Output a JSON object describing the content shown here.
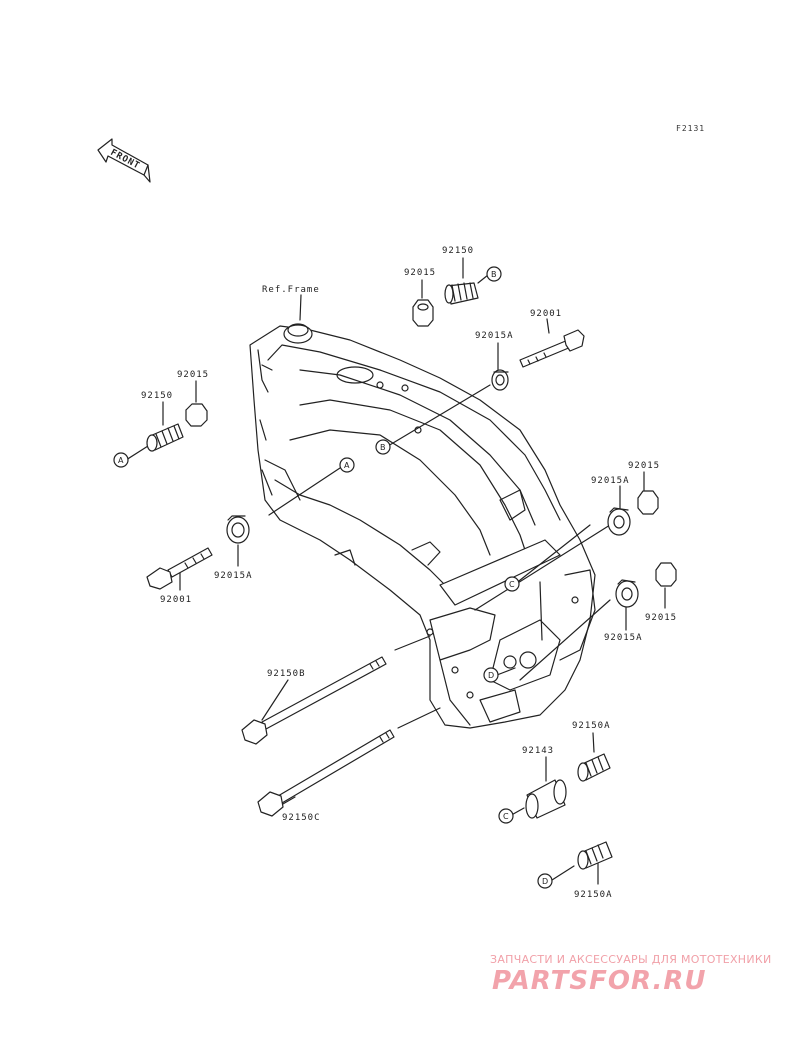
{
  "diagram_code": "F2131",
  "front_label": "FRONT",
  "ref_frame_label": "Ref.Frame",
  "parts": [
    {
      "id": "p-92150-top",
      "label": "92150"
    },
    {
      "id": "p-92015-top",
      "label": "92015"
    },
    {
      "id": "p-92001-top",
      "label": "92001"
    },
    {
      "id": "p-92015a-top",
      "label": "92015A"
    },
    {
      "id": "p-92015-left",
      "label": "92015"
    },
    {
      "id": "p-92150-left",
      "label": "92150"
    },
    {
      "id": "p-92015a-left",
      "label": "92015A"
    },
    {
      "id": "p-92001-left",
      "label": "92001"
    },
    {
      "id": "p-92015-right",
      "label": "92015"
    },
    {
      "id": "p-92015a-right",
      "label": "92015A"
    },
    {
      "id": "p-92015-right2",
      "label": "92015"
    },
    {
      "id": "p-92015a-right2",
      "label": "92015A"
    },
    {
      "id": "p-92150b",
      "label": "92150B"
    },
    {
      "id": "p-92150c",
      "label": "92150C"
    },
    {
      "id": "p-92150a-top",
      "label": "92150A"
    },
    {
      "id": "p-92143",
      "label": "92143"
    },
    {
      "id": "p-92150a-bottom",
      "label": "92150A"
    }
  ],
  "callouts": {
    "a": "A",
    "b": "B",
    "c": "C",
    "d": "D"
  },
  "watermark": {
    "tagline": "ЗАПЧАСТИ И АКСЕССУАРЫ ДЛЯ МОТОТЕХНИКИ",
    "logo": "PARTSFOR.RU"
  }
}
